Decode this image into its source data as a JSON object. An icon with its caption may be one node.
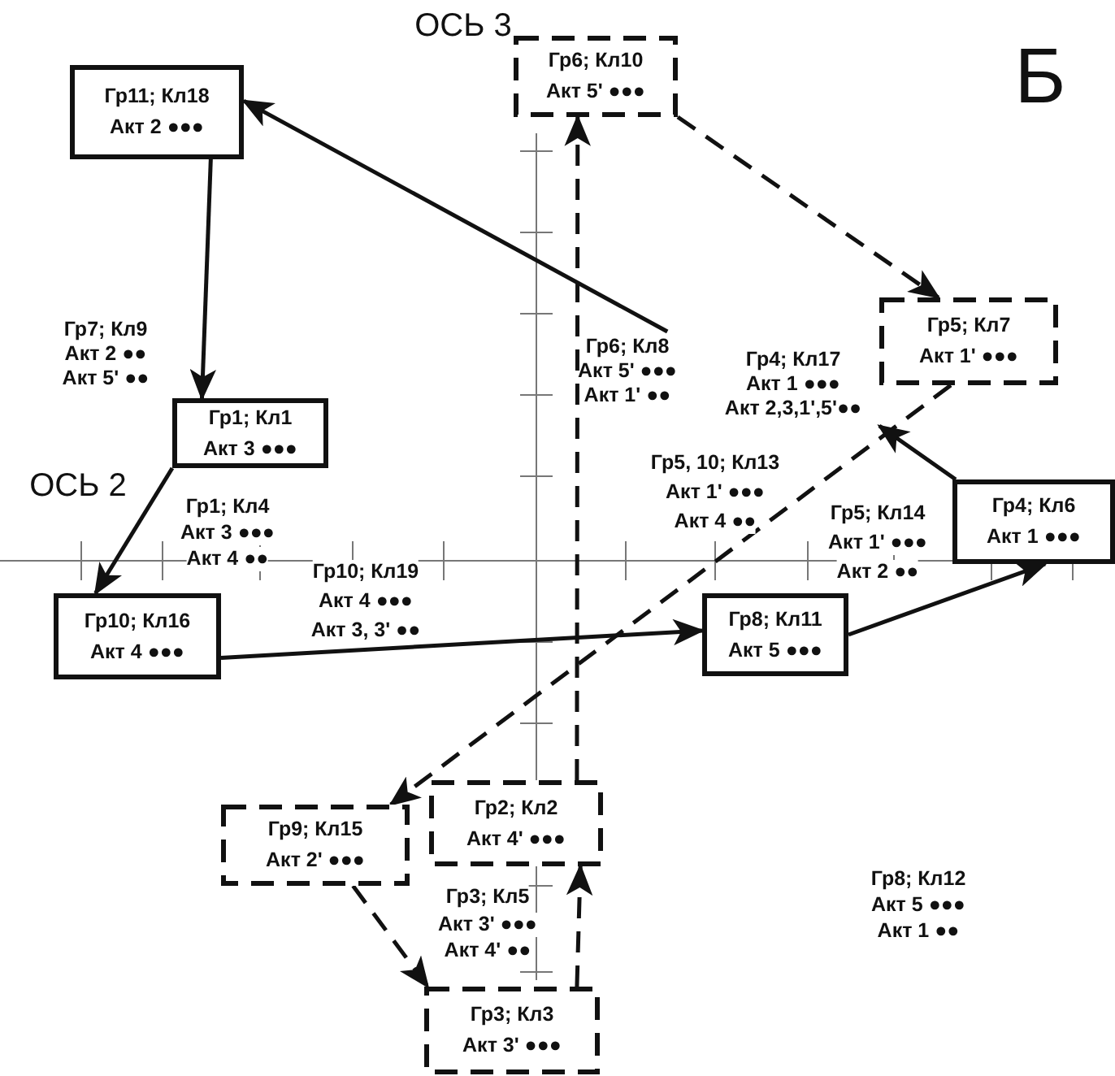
{
  "diagram": {
    "nodes": [
      {
        "text": [
          "Гр11; Кл18",
          "Акт 2 ●●●"
        ]
      },
      {
        "text": [
          "Гр6; Кл10",
          "Акт 5' ●●●"
        ]
      },
      {
        "text": [
          "Гр5; Кл7",
          "Акт 1' ●●●"
        ]
      },
      {
        "text": [
          "Гр6; Кл8",
          "Акт 5' ●●●",
          "Акт 1' ●●"
        ]
      },
      {
        "text": [
          "Гр4; Кл17",
          "Акт 1 ●●●",
          "Акт 2,3,1',5'●●"
        ]
      },
      {
        "text": [
          "Гр1; Кл1",
          "Акт 3 ●●●"
        ]
      },
      {
        "text": [
          "Гр4; Кл6",
          "Акт 1 ●●●"
        ]
      },
      {
        "text": [
          "Гр10; Кл16",
          "Акт 4 ●●●"
        ]
      },
      {
        "text": [
          "Гр8; Кл11",
          "Акт 5 ●●●"
        ]
      },
      {
        "text": [
          "Гр9; Кл15",
          "Акт 2' ●●●"
        ]
      },
      {
        "text": [
          "Гр2; Кл2",
          "Акт 4' ●●●"
        ]
      },
      {
        "text": [
          "Гр3; Кл3",
          "Акт 3' ●●●"
        ]
      }
    ],
    "edges": [
      {
        "from": 0,
        "to": 5,
        "arrow": "to"
      },
      {
        "from": 3,
        "to": 0,
        "arrow": "to"
      },
      {
        "from": 1,
        "to": 2,
        "arrow": "to",
        "style": "dashed"
      },
      {
        "from": 2,
        "to": 9,
        "arrow": "to",
        "style": "dashed"
      },
      {
        "from": 10,
        "to": 1,
        "arrow": "to",
        "style": "dashed"
      },
      {
        "from": 9,
        "to": 11,
        "arrow": "to",
        "style": "dashed"
      },
      {
        "from": 11,
        "to": 10,
        "arrow": "to",
        "style": "dashed"
      },
      {
        "from": 5,
        "to": 7,
        "arrow": "to"
      },
      {
        "from": 7,
        "to": 8,
        "arrow": "to"
      },
      {
        "from": 8,
        "to": 6,
        "arrow": "to"
      },
      {
        "from": 6,
        "to": 4,
        "arrow": "to"
      }
    ],
    "labels": [
      "ОСЬ 3",
      "Б",
      "Гр7; Кл9",
      "Акт 2 ●●",
      "Акт 5' ●●",
      "ОСЬ 2",
      "Гр1; Кл4",
      "Акт 3 ●●●",
      "Акт 4 ●●",
      "Гр5, 10; Кл13",
      "Акт 1' ●●●",
      "Акт 4 ●●",
      "Гр5; Кл14",
      "Акт 1' ●●●",
      "Акт 2 ●●",
      "Гр10; Кл19",
      "Акт 4 ●●●",
      "Акт 3, 3' ●●",
      "Гр3; Кл5",
      "Акт 3' ●●●",
      "Акт 4' ●●",
      "Гр8; Кл12",
      "Акт 5 ●●●",
      "Акт 1 ●●"
    ]
  }
}
